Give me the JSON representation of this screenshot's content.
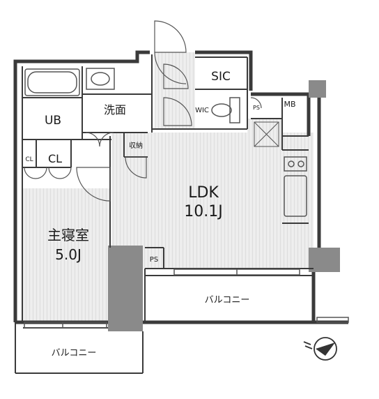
{
  "rooms": {
    "ldk_name": "LDK",
    "ldk_size": "10.1J",
    "bedroom_name": "主寝室",
    "bedroom_size": "5.0J",
    "sic": "SIC",
    "wic": "WIC",
    "washroom": "洗面",
    "ub": "UB",
    "cl_large": "CL",
    "cl_small": "CL",
    "storage": "収納",
    "mb": "MB",
    "ps_top": "PS",
    "ps_bottom": "PS",
    "balcony_main": "バルコニー",
    "balcony_bedroom": "バルコニー"
  },
  "colors": {
    "wall": "#3a3a3a",
    "wall_grey": "#8a8a8a",
    "room_fill": "#eeeeee",
    "stripe": "#dcdcdc",
    "line": "#555555"
  },
  "icons": [
    "north-arrow-icon",
    "bathtub-icon",
    "sink-icon",
    "toilet-icon",
    "stove-icon",
    "kitchen-sink-icon"
  ]
}
